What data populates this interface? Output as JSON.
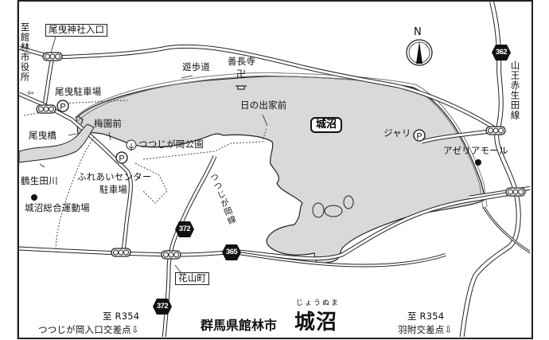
{
  "map": {
    "title": {
      "prefecture_city": "群馬県館林市",
      "place": "城沼",
      "place_reading": "じょうぬま"
    },
    "compass": {
      "label": "N",
      "icon": "north-arrow-icon"
    },
    "lake": {
      "name": "城沼",
      "fill_color": "#d9d9d9"
    },
    "labels": {
      "to_city_hall": "至館林市役所",
      "obiki_shrine_entrance": "尾曳神社入口",
      "obiki_parking": "尾曳駐車場",
      "obiki_bridge": "尾曳橋",
      "baien_mae": "梅園前",
      "promenade": "遊歩道",
      "zenchoji": "善長寺",
      "temple_symbol": "卍",
      "hinode_ya_mae": "日の出家前",
      "tsutsujigaoka_park": "つつじが岡公園",
      "fureai_center": "ふれあいセンター",
      "fureai_parking": "駐車場",
      "tsurugoda_river": "鶴生田川",
      "sports_park": "城沼総合運動場",
      "tsutsujigaoka_line": "つつじが岡線",
      "jari": "ジャリ",
      "azalea_mall": "アゼリアモール",
      "sanno_akoda_line": "山王赤生田線",
      "hanayamacho": "花山町",
      "parking_symbol": "P"
    },
    "routes": [
      {
        "number": "362",
        "icon": "route-362-shield-icon"
      },
      {
        "number": "372",
        "icon": "route-372-shield-icon"
      },
      {
        "number": "365",
        "icon": "route-365-shield-icon"
      }
    ],
    "directions": {
      "left_to": "至 R354",
      "left_dest": "つつじが岡入口交差点⇩",
      "right_to": "至 R354",
      "right_dest": "羽附交差点⇩"
    }
  }
}
